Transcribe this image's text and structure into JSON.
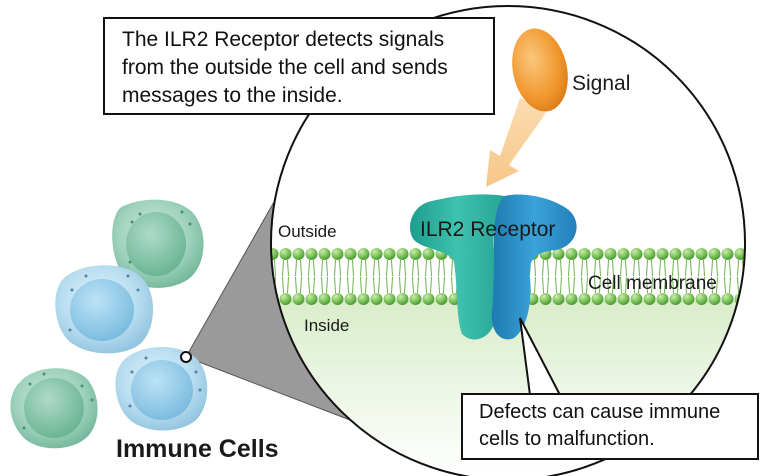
{
  "callout_top": {
    "lines": [
      "The ILR2 Receptor detects signals",
      "from the outside the cell and sends",
      "messages to the inside."
    ]
  },
  "callout_bottom": {
    "lines": [
      "Defects can cause immune",
      "cells to malfunction."
    ]
  },
  "labels": {
    "signal": "Signal",
    "receptor": "ILR2 Receptor",
    "outside": "Outside",
    "inside": "Inside",
    "membrane": "Cell membrane",
    "immune_cells": "Immune Cells"
  },
  "colors": {
    "signal_orange": "#F29A2E",
    "arrow_peach": "#F8CC90",
    "receptor_left": "#2EB5A4",
    "receptor_right": "#2C8FC9",
    "lipid_green": "#7CC35A",
    "inside_green": "#E3F1D8",
    "cell_green": "#7CBFA6",
    "cell_blue": "#8EC7E6"
  },
  "icons": {
    "signal": "signal-molecule-icon",
    "receptor": "receptor-protein-icon",
    "cells": "immune-cell-icon"
  }
}
